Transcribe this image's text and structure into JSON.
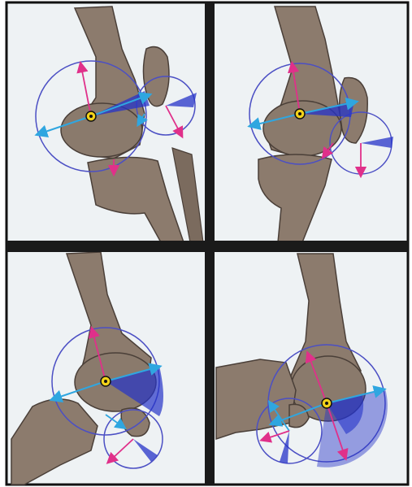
{
  "figure": {
    "panels": [
      {
        "id": "top-left",
        "joint_view": "lateral",
        "flexion": "extended"
      },
      {
        "id": "top-right",
        "joint_view": "lateral",
        "flexion": "slight"
      },
      {
        "id": "bottom-left",
        "joint_view": "lateral",
        "flexion": "flexed"
      },
      {
        "id": "bottom-right",
        "joint_view": "lateral",
        "flexion": "deep"
      }
    ],
    "colors": {
      "background": "#eef2f4",
      "frame": "#111111",
      "divider": "#1a1a1a",
      "bone": "#8c7b6d",
      "bone_shadow": "#6e5f54",
      "bone_outline": "#4a3f38",
      "circle": "#4b4fc4",
      "arrow_cyan": "#2fa6e0",
      "arrow_blue": "#1e3cc8",
      "arrow_pink": "#e0308a",
      "wedge": "#2533c8",
      "center_marker": "#f2d21a"
    }
  }
}
